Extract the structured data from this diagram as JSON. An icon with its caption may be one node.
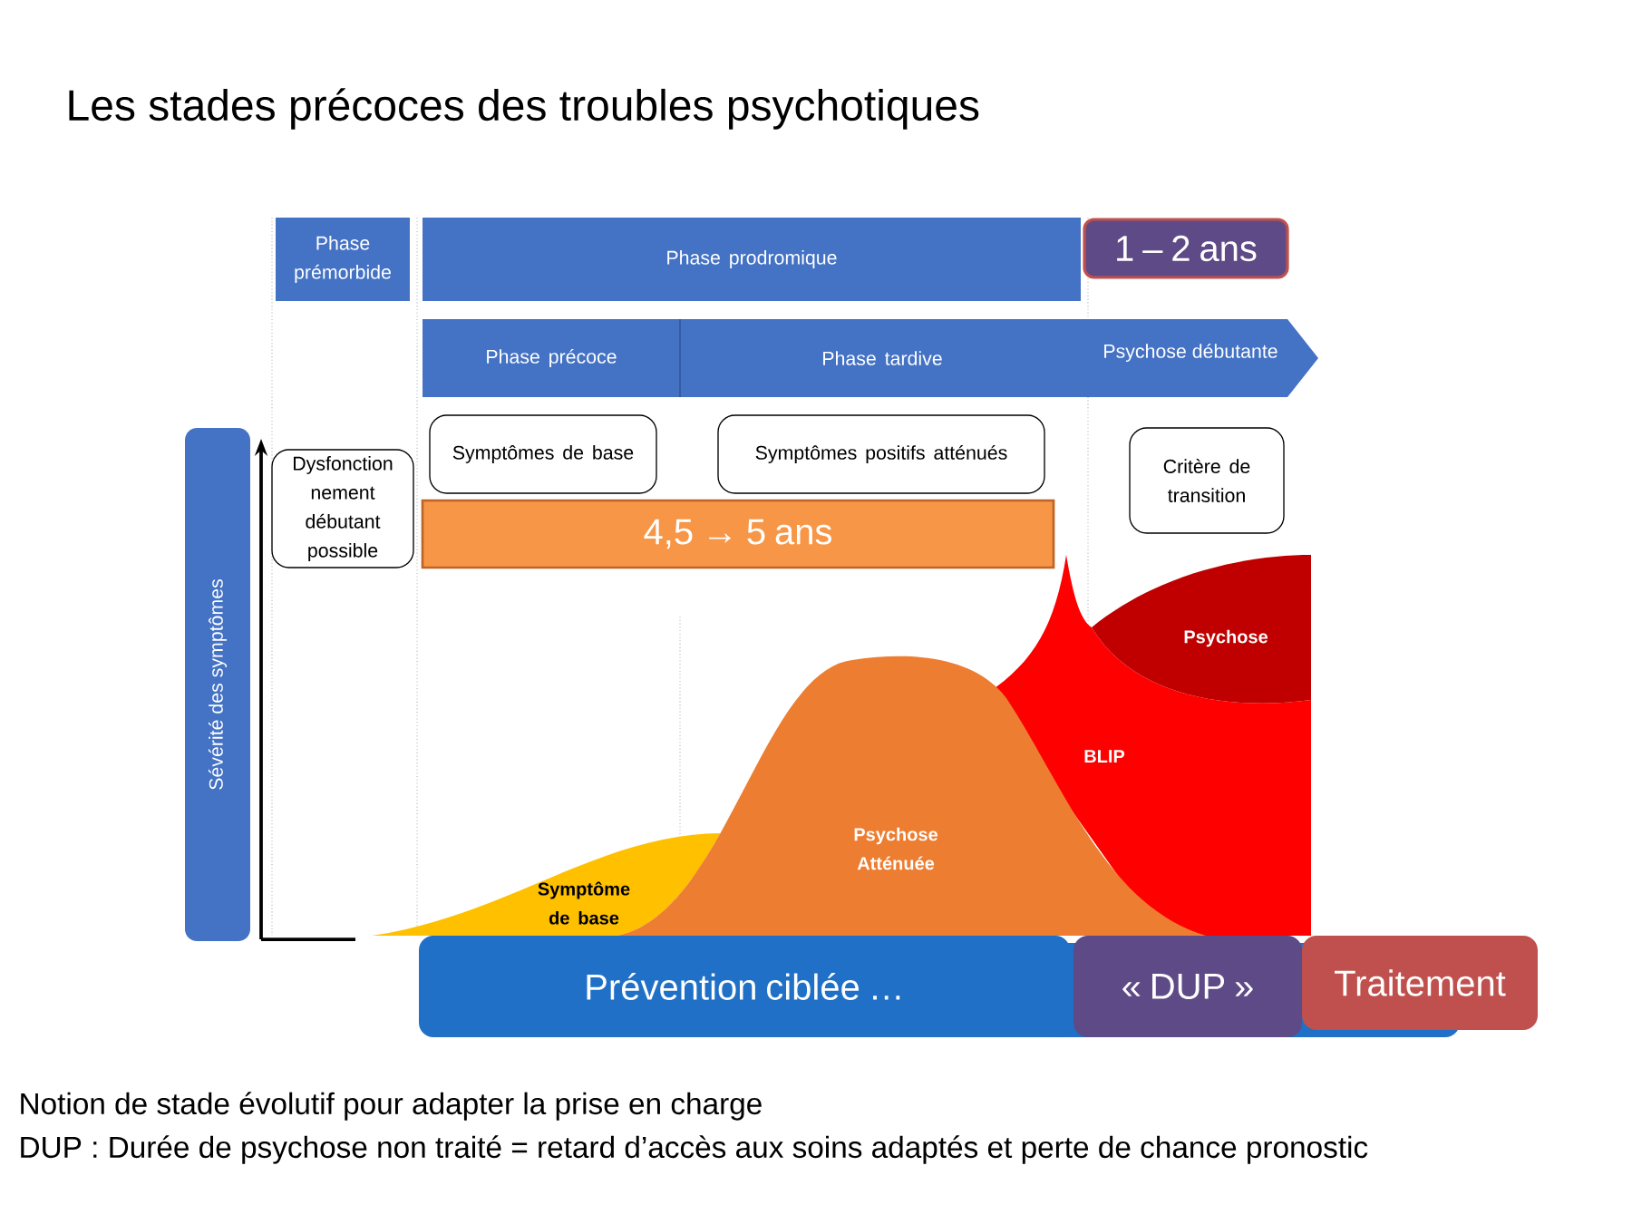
{
  "diagram": {
    "title": "Les stades précoces des troubles psychotiques",
    "nodes": [
      {
        "text": [
          "Phase prémorbide"
        ]
      },
      {
        "text": [
          "Phase prodromique"
        ]
      },
      {
        "text": [
          "1 – 2  ans"
        ]
      },
      {
        "text": [
          "Phase précoce"
        ]
      },
      {
        "text": [
          "Phase tardive"
        ]
      },
      {
        "text": [
          "Psychose débutante"
        ]
      },
      {
        "text": [
          "Symptômes de base"
        ]
      },
      {
        "text": [
          "Symptômes positifs atténués"
        ]
      },
      {
        "text": [
          "Critère de transition"
        ]
      },
      {
        "text": [
          "Dysfonction nement débutant possible"
        ]
      },
      {
        "text": [
          "4,5 → 5 ans"
        ]
      },
      {
        "text": [
          "Sévérité des symptômes"
        ]
      },
      {
        "text": [
          "Symptôme de base"
        ]
      },
      {
        "text": [
          "Psychose Atténuée"
        ]
      },
      {
        "text": [
          "BLIP"
        ]
      },
      {
        "text": [
          "Psychose"
        ]
      },
      {
        "text": [
          "Prévention ciblée …"
        ]
      },
      {
        "text": [
          "« DUP »"
        ]
      },
      {
        "text": [
          "Traitement"
        ]
      }
    ],
    "labels": [
      "Notion de stade évolutif pour adapter la prise en charge",
      "DUP : Durée de psychose non traité = retard d’accès aux soins adaptés et perte de chance pronostic"
    ]
  }
}
